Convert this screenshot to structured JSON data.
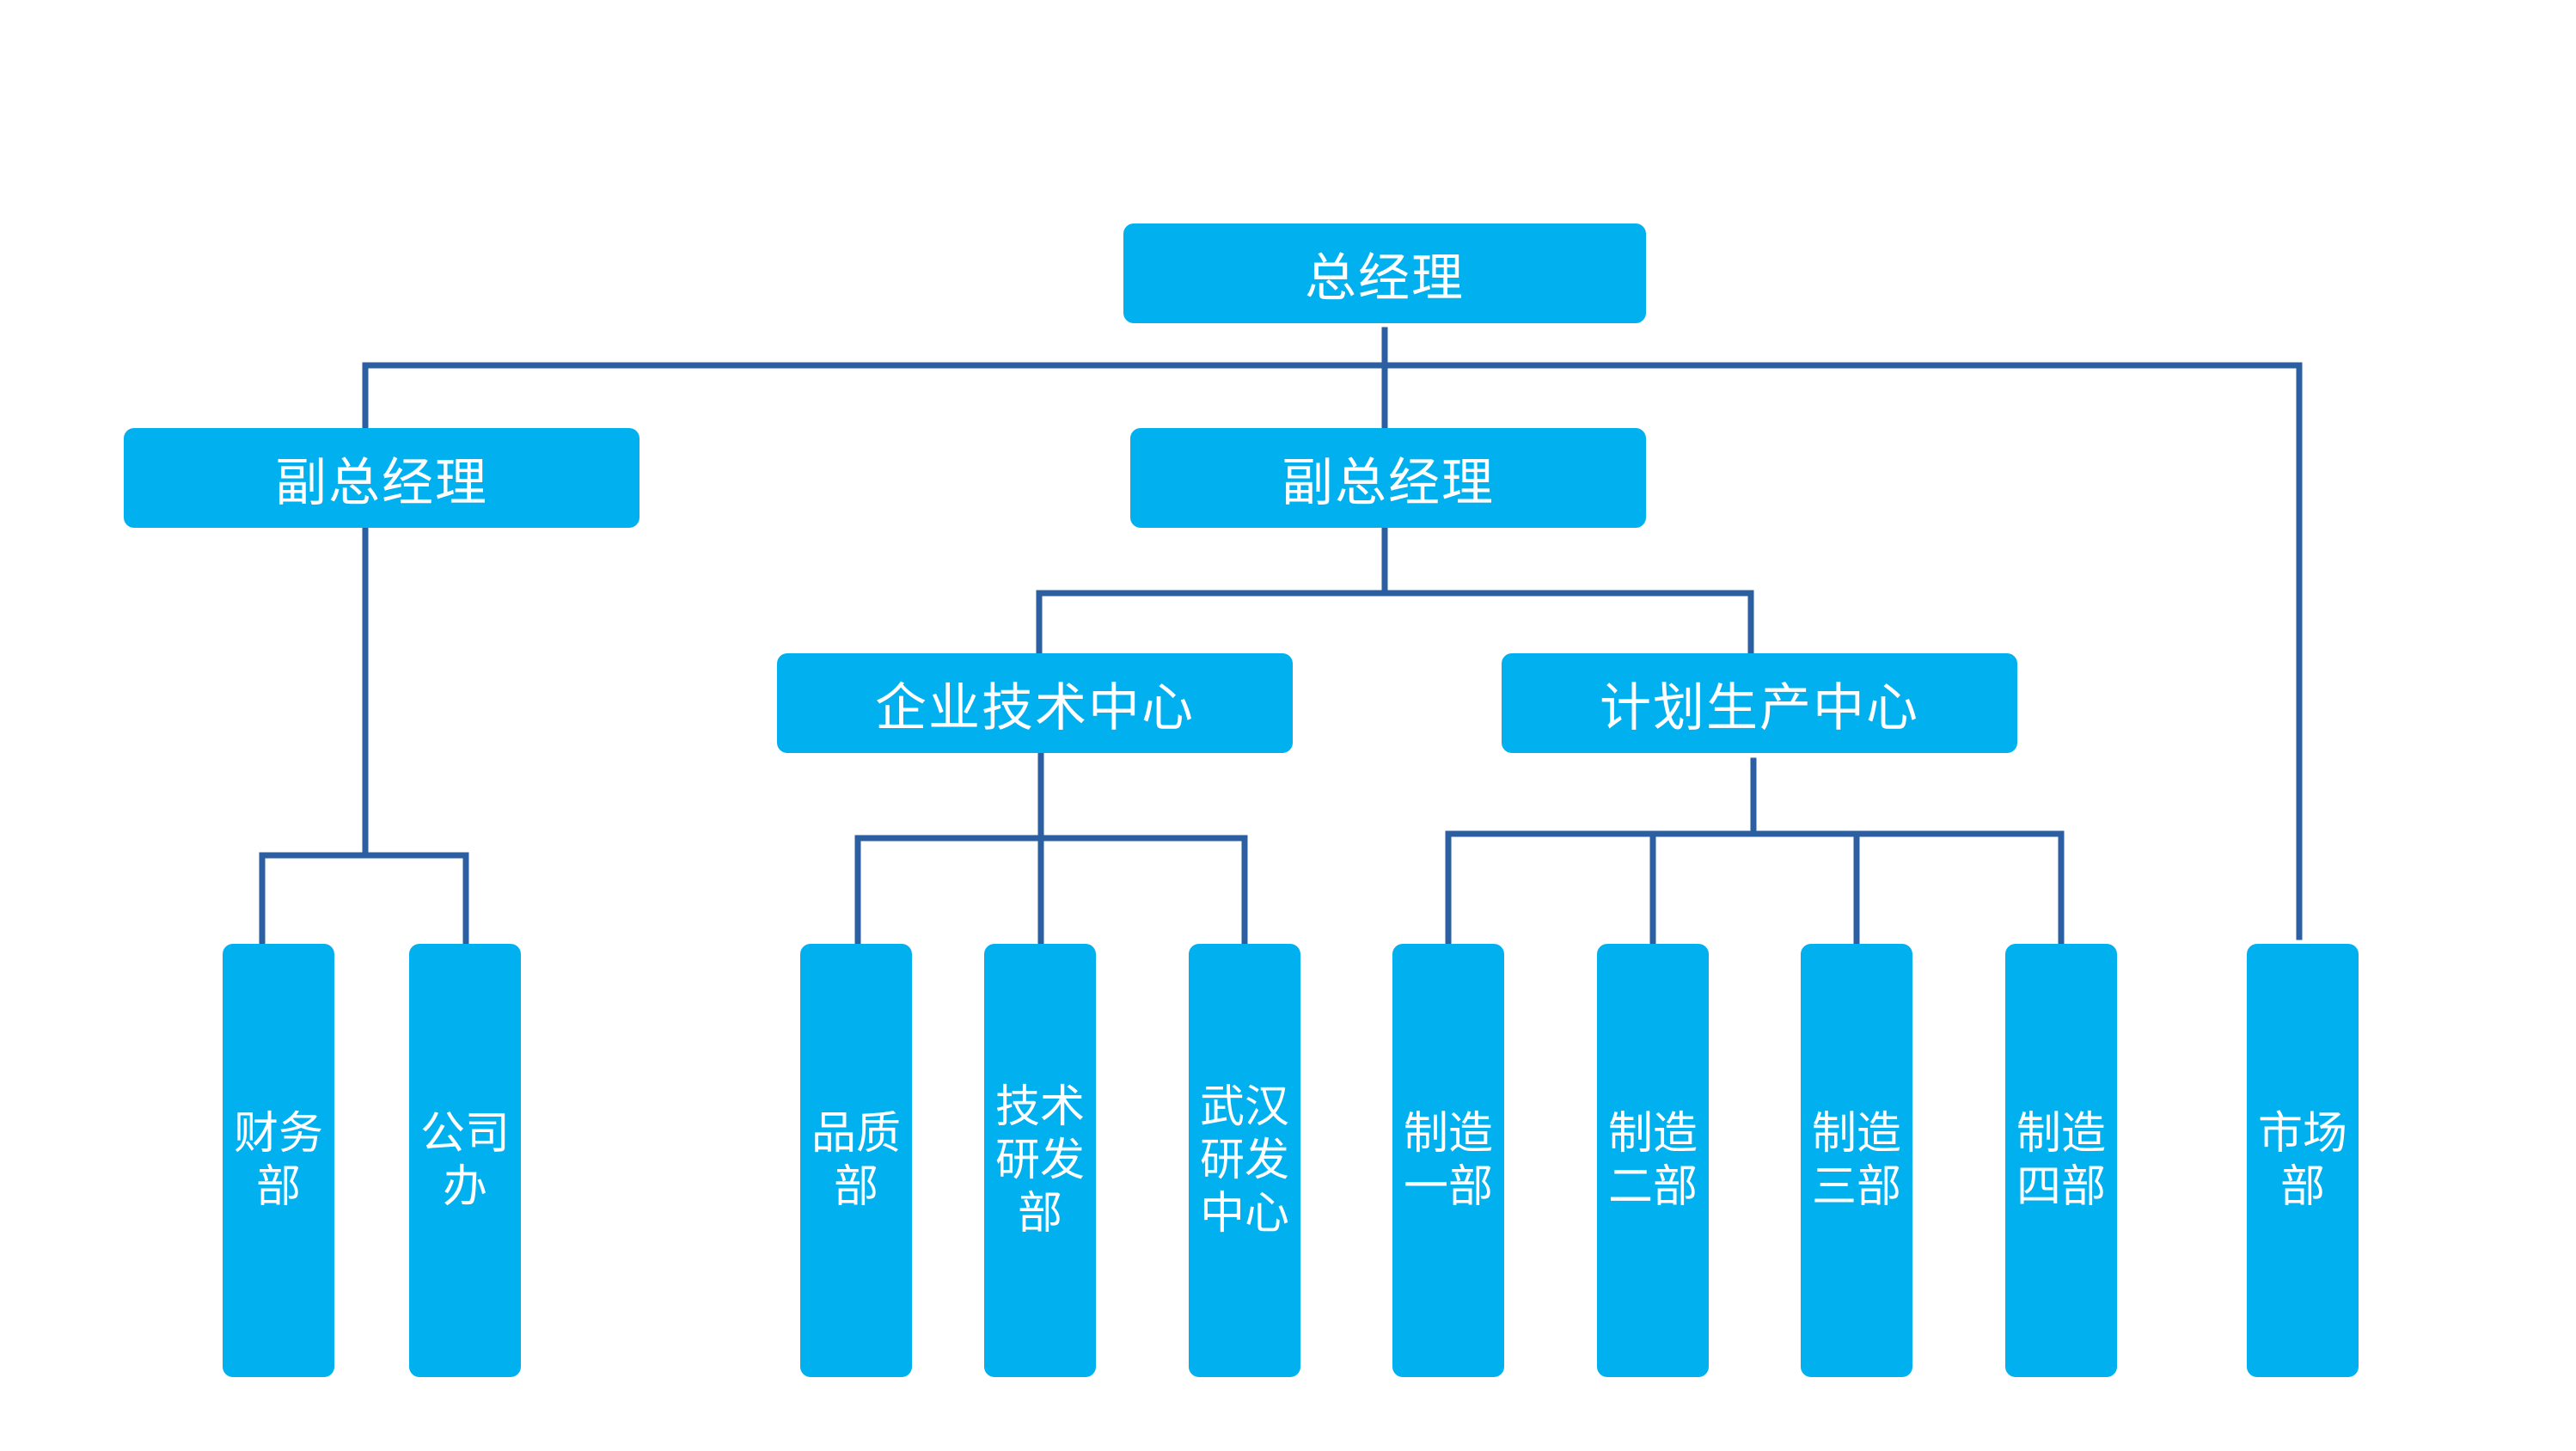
{
  "root": {
    "label": "总经理"
  },
  "vp_left": {
    "label": "副总经理"
  },
  "vp_center": {
    "label": "副总经理"
  },
  "tech_center": {
    "label": "企业技术中心"
  },
  "prod_center": {
    "label": "计划生产中心"
  },
  "departments": {
    "finance": "财务部",
    "office": "公司办",
    "quality": "品质部",
    "tech_rd": "技术研发部",
    "wuhan_rd": "武汉研发中心",
    "mfg1": "制造一部",
    "mfg2": "制造二部",
    "mfg3": "制造三部",
    "mfg4": "制造四部",
    "market": "市场部"
  },
  "colors": {
    "box": "#00b0ef",
    "text": "#ffffff",
    "line": "#2b5fa1"
  }
}
